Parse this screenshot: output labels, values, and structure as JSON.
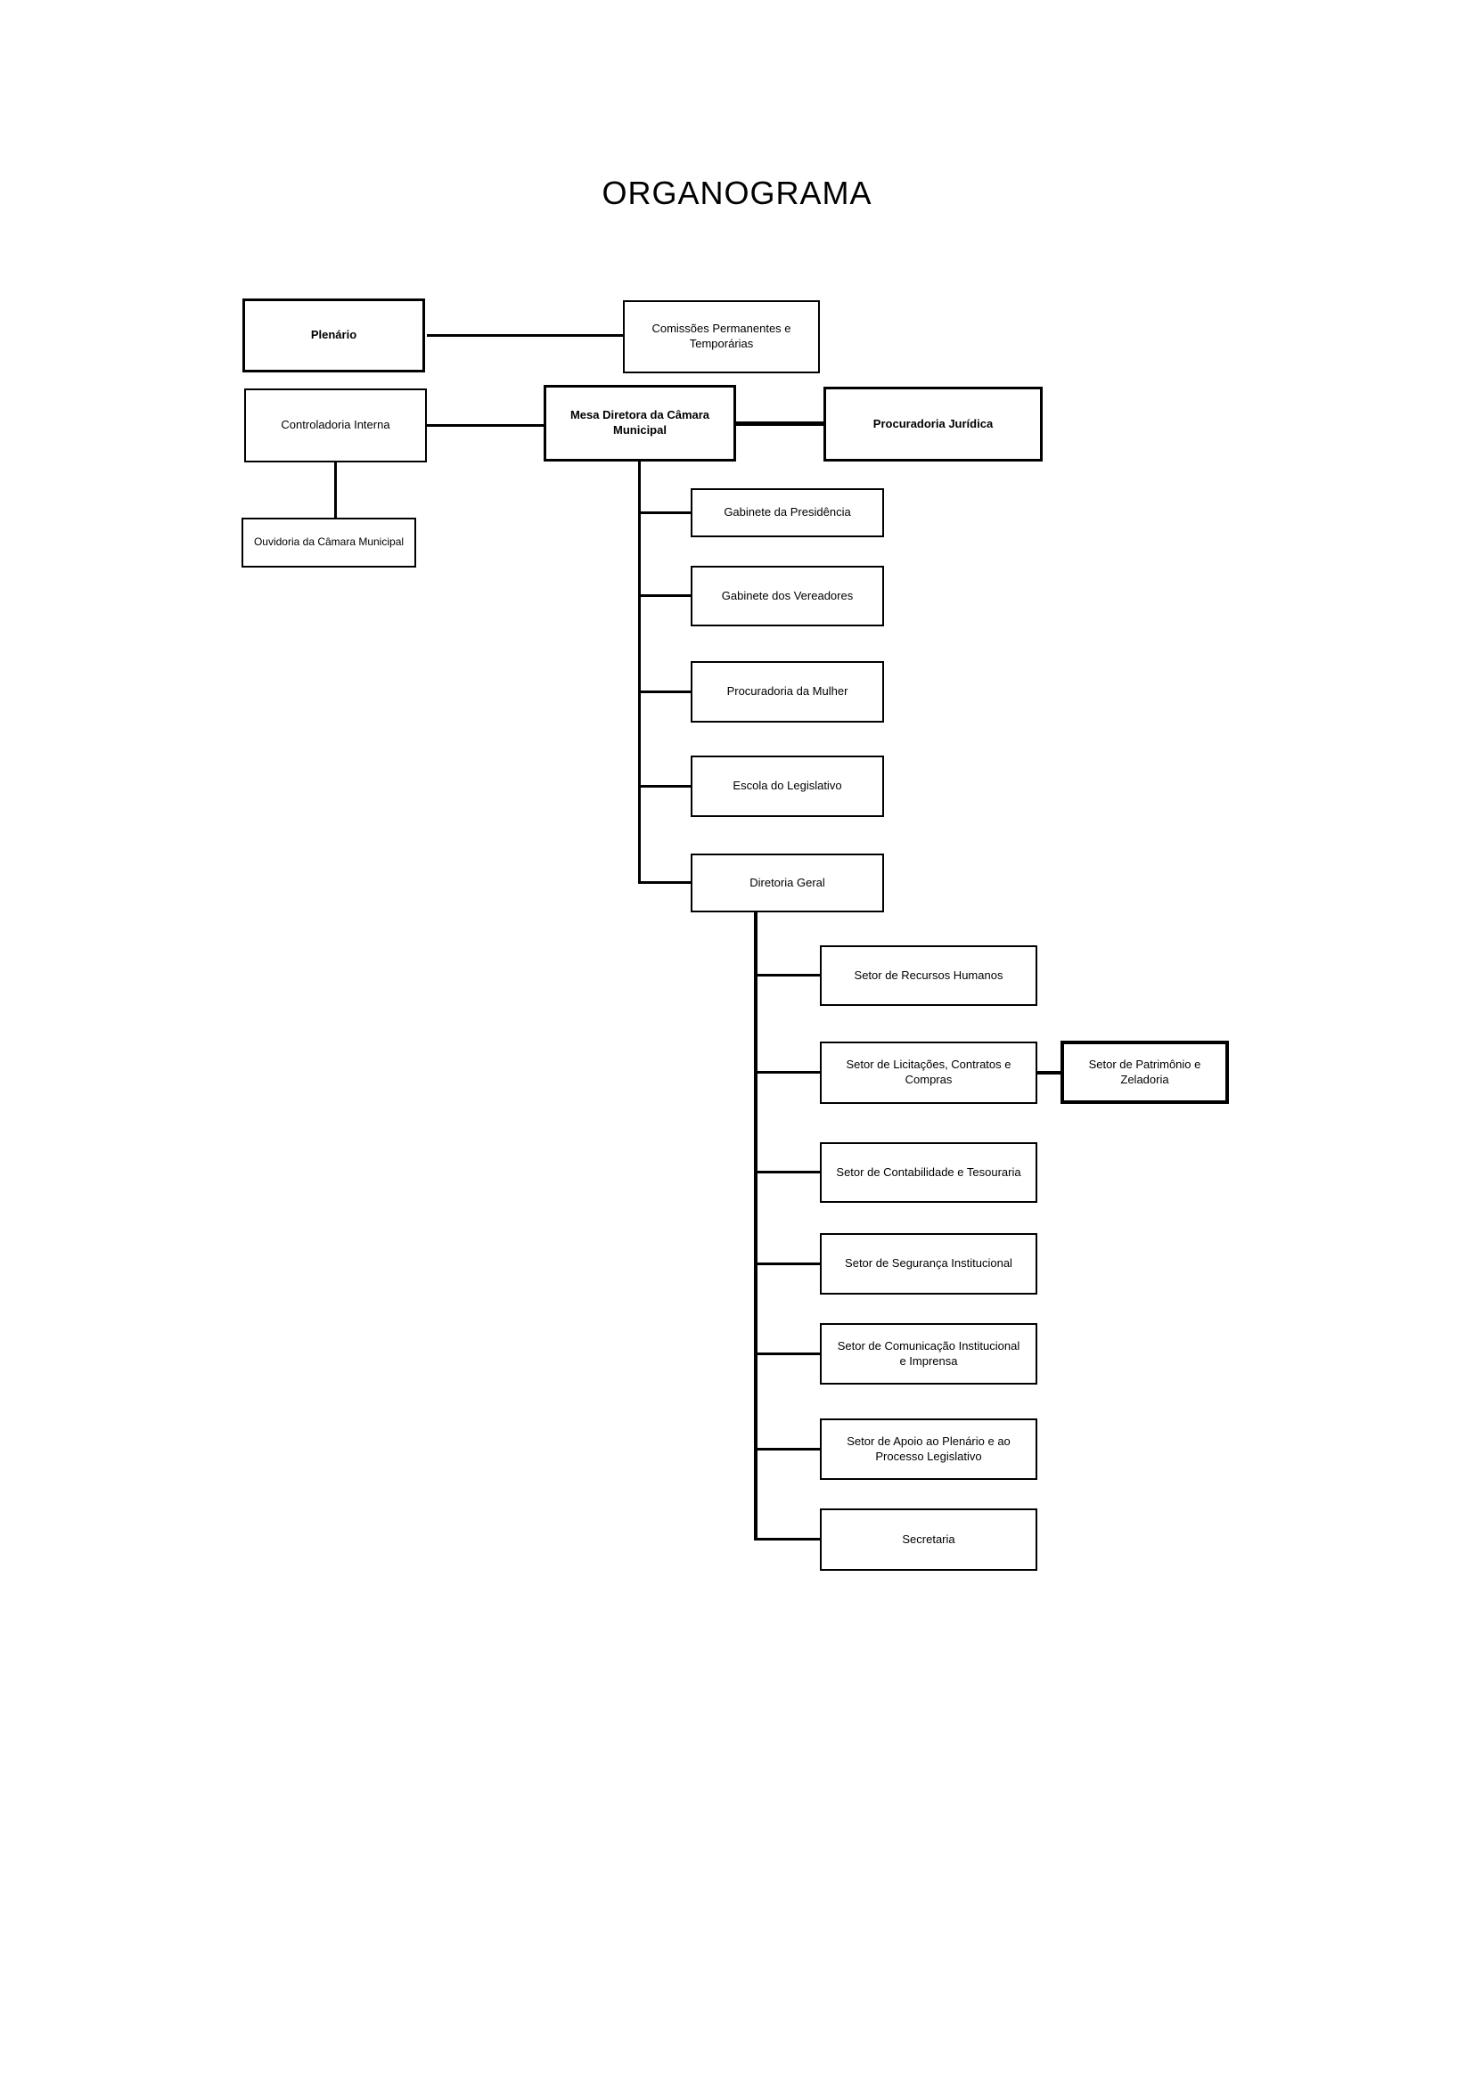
{
  "title": "ORGANOGRAMA",
  "colors": {
    "background": "#ffffff",
    "box_fill": "#ffffff",
    "box_border": "#000000",
    "line": "#000000",
    "text": "#000000"
  },
  "nodes": {
    "plenario": {
      "label": "Plenário",
      "emphasis": "bold"
    },
    "comissoes": {
      "label": "Comissões Permanentes e Temporárias"
    },
    "controladoria": {
      "label": "Controladoria Interna"
    },
    "mesa_diretora": {
      "label": "Mesa Diretora da Câmara Municipal",
      "emphasis": "bold"
    },
    "procuradoria_juridica": {
      "label": "Procuradoria Jurídica",
      "emphasis": "bold"
    },
    "ouvidoria": {
      "label": "Ouvidoria da Câmara Municipal"
    },
    "gabinete_presidencia": {
      "label": "Gabinete da Presidência"
    },
    "gabinete_vereadores": {
      "label": "Gabinete dos Vereadores"
    },
    "procuradoria_mulher": {
      "label": "Procuradoria da Mulher"
    },
    "escola_legislativo": {
      "label": "Escola do Legislativo"
    },
    "diretoria_geral": {
      "label": "Diretoria Geral"
    },
    "recursos_humanos": {
      "label": "Setor de Recursos Humanos"
    },
    "licitacoes": {
      "label": "Setor de Licitações, Contratos e Compras"
    },
    "patrimonio": {
      "label": "Setor de Patrimônio e Zeladoria"
    },
    "contabilidade": {
      "label": "Setor de Contabilidade e Tesouraria"
    },
    "seguranca": {
      "label": "Setor de Segurança Institucional"
    },
    "comunicacao": {
      "label": "Setor de Comunicação Institucional e Imprensa"
    },
    "apoio_plenario": {
      "label": "Setor de Apoio ao Plenário e ao Processo Legislativo"
    },
    "secretaria": {
      "label": "Secretaria"
    }
  },
  "edges": [
    [
      "plenario",
      "comissoes"
    ],
    [
      "controladoria",
      "mesa_diretora"
    ],
    [
      "mesa_diretora",
      "procuradoria_juridica"
    ],
    [
      "controladoria",
      "ouvidoria"
    ],
    [
      "mesa_diretora",
      "gabinete_presidencia"
    ],
    [
      "mesa_diretora",
      "gabinete_vereadores"
    ],
    [
      "mesa_diretora",
      "procuradoria_mulher"
    ],
    [
      "mesa_diretora",
      "escola_legislativo"
    ],
    [
      "mesa_diretora",
      "diretoria_geral"
    ],
    [
      "diretoria_geral",
      "recursos_humanos"
    ],
    [
      "diretoria_geral",
      "licitacoes"
    ],
    [
      "diretoria_geral",
      "contabilidade"
    ],
    [
      "diretoria_geral",
      "seguranca"
    ],
    [
      "diretoria_geral",
      "comunicacao"
    ],
    [
      "diretoria_geral",
      "apoio_plenario"
    ],
    [
      "diretoria_geral",
      "secretaria"
    ],
    [
      "licitacoes",
      "patrimonio"
    ]
  ]
}
